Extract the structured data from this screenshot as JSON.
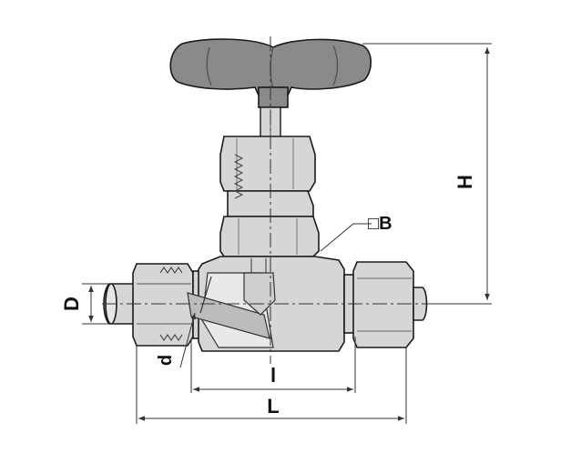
{
  "labels": {
    "height": "H",
    "pipe_diameter": "D",
    "bore": "d",
    "body_length": "l",
    "total_length": "L",
    "wrench_square": "□B"
  },
  "colors": {
    "metal_fill": "#d6d6d6",
    "handwheel_fill": "#8a8a8a",
    "outline": "#1a1a1a",
    "dimension": "#333333",
    "background": "#ffffff"
  }
}
